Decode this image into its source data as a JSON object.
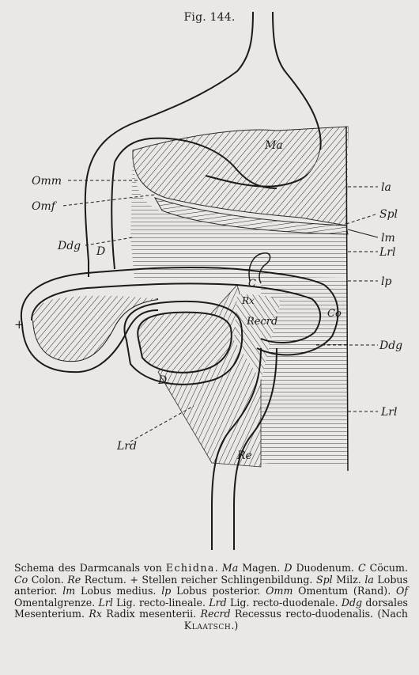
{
  "figure_title": "Fig. 144.",
  "labels": {
    "Ma": "Ma",
    "Omm": "Omm",
    "Omf": "Omf",
    "Ddg_left": "Ddg",
    "D_upper": "D",
    "la": "la",
    "Spl": "Spl",
    "lm": "lm",
    "Lrl_upper": "Lrl",
    "C": "C",
    "lp": "lp",
    "Rx": "Rx",
    "Recrd": "Recrd",
    "Co": "Co",
    "Ddg_right": "Ddg",
    "D_lower": "D",
    "Lrd": "Lrd",
    "Re": "Re",
    "Lrl_lower": "Lrl",
    "plus": "+"
  },
  "caption": {
    "p01": "Schema des Darmcanals von ",
    "p02": "Echidna",
    "p03": ".  ",
    "p04": "Ma",
    "p05": " Magen.  ",
    "p06": "D",
    "p07": " Duodenum. ",
    "p08": "C",
    "p09": " Cöcum. ",
    "p10": "Co",
    "p11": " Colon. ",
    "p12": "Re",
    "p13": " Rectum. + Stellen reicher Schlingenbildung. ",
    "p14": "Spl",
    "p15": " Milz. ",
    "p16": "la",
    "p17": " Lobus anterior. ",
    "p18": "lm",
    "p19": " Lobus medius. ",
    "p20": "lp",
    "p21": " Lobus posterior. ",
    "p22": "Omm",
    "p23": " Omentum (Rand). ",
    "p24": "Of",
    "p25": " Omentalgrenze. ",
    "p26": "Lrl",
    "p27": " Lig. recto-lineale. ",
    "p28": "Lrd",
    "p29": " Lig. recto-duodenale. ",
    "p30": "Ddg",
    "p31": " dorsales Mesenterium. ",
    "p32": "Rx",
    "p33": " Radix mesenterii. ",
    "p34": "Recrd",
    "p35": " Recessus recto-duodenalis. (Nach ",
    "p36": "Klaatsch",
    "p37": ".)"
  }
}
